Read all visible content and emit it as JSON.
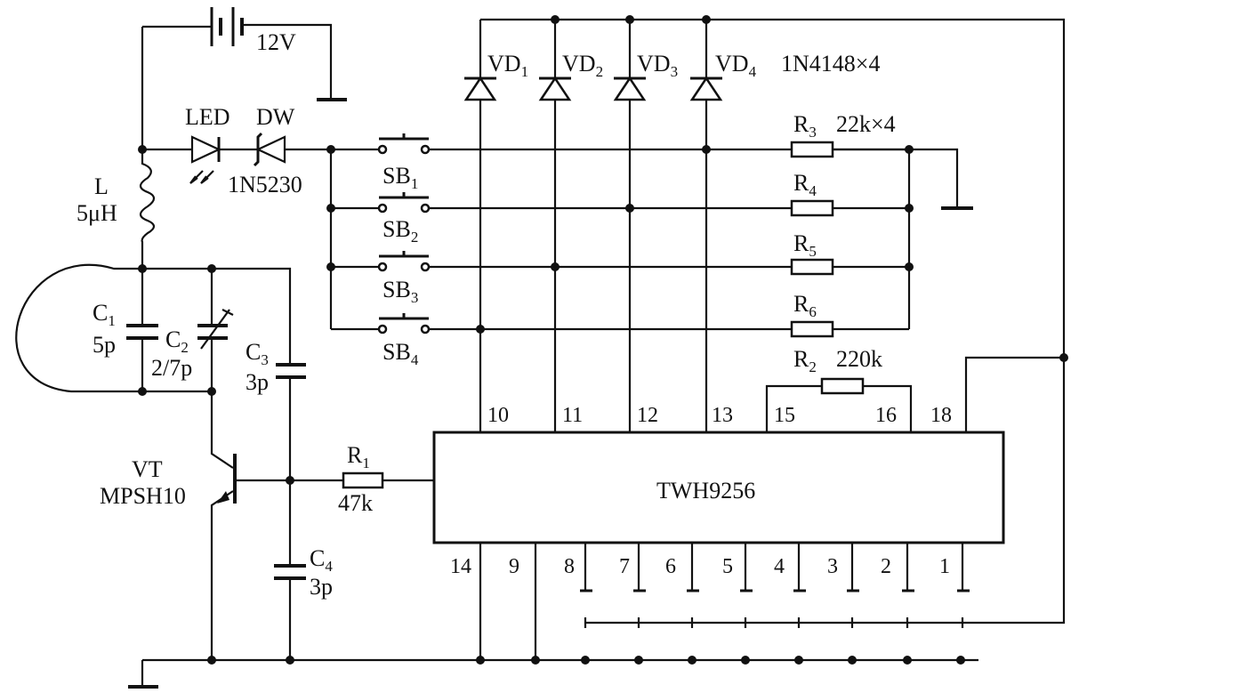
{
  "battery": {
    "label": "12V"
  },
  "led": {
    "label": "LED"
  },
  "zener": {
    "name": "DW",
    "part": "1N5230"
  },
  "inductor": {
    "name": "L",
    "value": "5μH"
  },
  "c1": {
    "name": "C",
    "sub": "1",
    "value": "5p"
  },
  "c2": {
    "name": "C",
    "sub": "2",
    "value": "2/7p"
  },
  "c3": {
    "name": "C",
    "sub": "3",
    "value": "3p"
  },
  "c4": {
    "name": "C",
    "sub": "4",
    "value": "3p"
  },
  "transistor": {
    "name": "VT",
    "part": "MPSH10"
  },
  "r1": {
    "name": "R",
    "sub": "1",
    "value": "47k"
  },
  "r2": {
    "name": "R",
    "sub": "2",
    "value": "220k"
  },
  "r3": {
    "name": "R",
    "sub": "3",
    "value": "22k×4"
  },
  "r4": {
    "name": "R",
    "sub": "4"
  },
  "r5": {
    "name": "R",
    "sub": "5"
  },
  "r6": {
    "name": "R",
    "sub": "6"
  },
  "switches": [
    {
      "name": "SB",
      "sub": "1"
    },
    {
      "name": "SB",
      "sub": "2"
    },
    {
      "name": "SB",
      "sub": "3"
    },
    {
      "name": "SB",
      "sub": "4"
    }
  ],
  "diodes": [
    {
      "name": "VD",
      "sub": "1"
    },
    {
      "name": "VD",
      "sub": "2"
    },
    {
      "name": "VD",
      "sub": "3"
    },
    {
      "name": "VD",
      "sub": "4"
    }
  ],
  "diodes_part": "1N4148×4",
  "ic": {
    "name": "TWH9256",
    "top_pins": [
      "10",
      "11",
      "12",
      "13",
      "15",
      "16",
      "18"
    ],
    "bottom_pins": [
      "14",
      "9",
      "8",
      "7",
      "6",
      "5",
      "4",
      "3",
      "2",
      "1"
    ]
  }
}
